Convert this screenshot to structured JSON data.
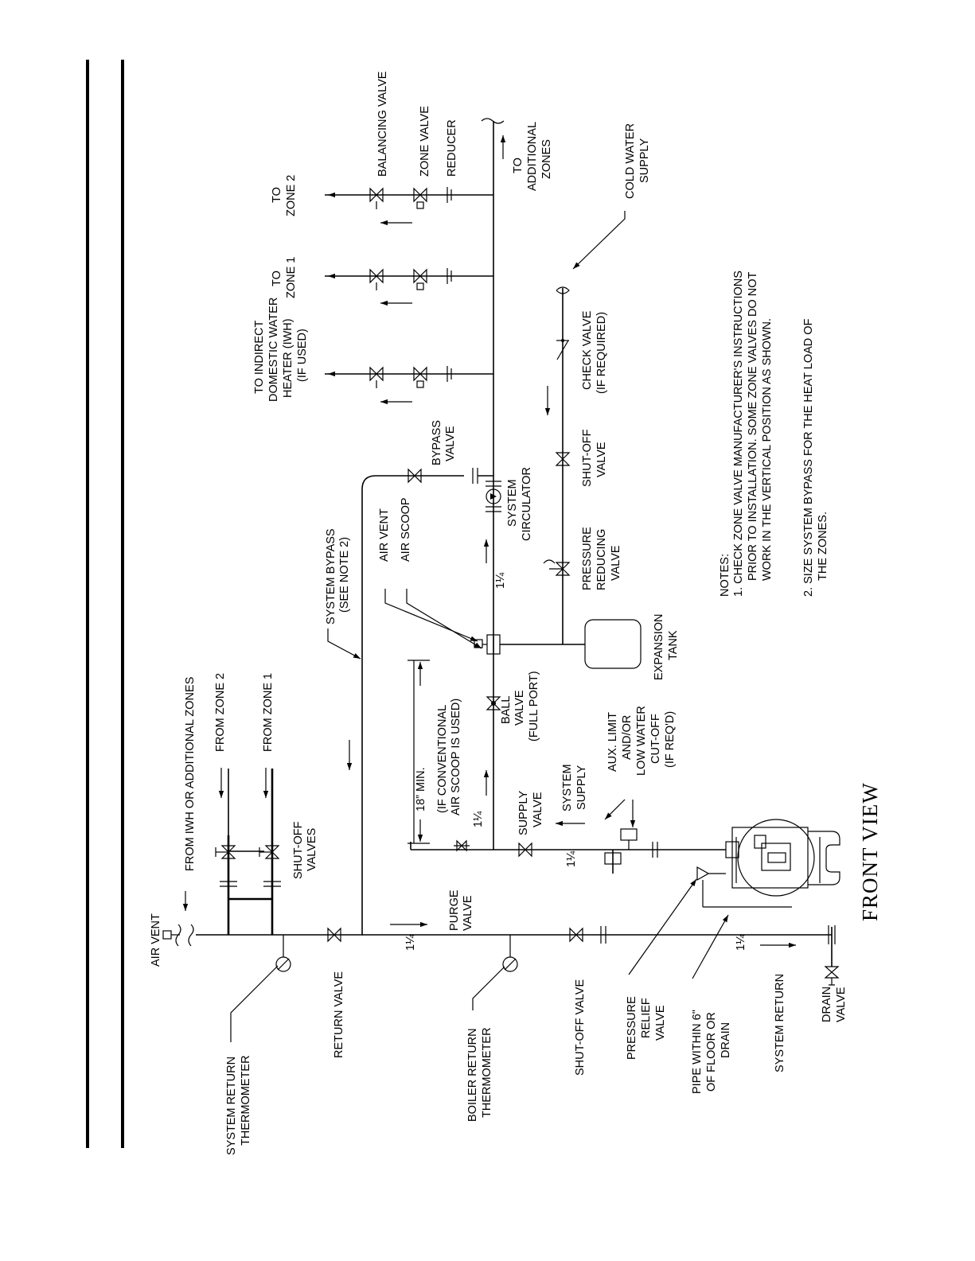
{
  "title": "FRONT VIEW",
  "labels": {
    "air_vent_top": "AIR VENT",
    "from_iwh": "FROM IWH OR ADDITIONAL ZONES",
    "from_zone2": "FROM ZONE 2",
    "from_zone1": "FROM ZONE 1",
    "shutoff_valves": [
      "SHUT-OFF",
      "VALVES"
    ],
    "system_return_thermometer": [
      "SYSTEM RETURN",
      "THERMOMETER"
    ],
    "return_valve": "RETURN VALVE",
    "system_bypass": [
      "SYSTEM BYPASS",
      "(SEE NOTE 2)"
    ],
    "purge_valve": [
      "PURGE",
      "VALVE"
    ],
    "supply_valve": [
      "SUPPLY",
      "VALVE"
    ],
    "min_18": "18” MIN.",
    "conventional": [
      "(IF CONVENTIONAL",
      "AIR SCOOP IS USED)"
    ],
    "ball_valve": [
      "BALL",
      "VALVE",
      "(FULL PORT)"
    ],
    "air_vent_scoop": [
      "AIR VENT",
      "AIR SCOOP"
    ],
    "system_circulator": [
      "SYSTEM",
      "CIRCULATOR"
    ],
    "bypass_valve": [
      "BYPASS",
      "VALVE"
    ],
    "to_iwh": [
      "TO INDIRECT",
      "DOMESTIC WATER",
      "HEATER (IWH)",
      "(IF USED)"
    ],
    "to_zone1": [
      "TO",
      "ZONE 1"
    ],
    "to_zone2": [
      "TO",
      "ZONE 2"
    ],
    "balancing_valve": "BALANCING VALVE",
    "zone_valve": "ZONE VALVE",
    "reducer": "REDUCER",
    "to_additional_zones": [
      "TO",
      "ADDITIONAL",
      "ZONES"
    ],
    "boiler_return_thermometer": [
      "BOILER RETURN",
      "THERMOMETER"
    ],
    "system_supply": [
      "SYSTEM",
      "SUPPLY"
    ],
    "aux_limit": [
      "AUX. LIMIT",
      "AND/OR",
      "LOW WATER",
      "CUT-OFF",
      "(IF REQ'D)"
    ],
    "expansion_tank": [
      "EXPANSION",
      "TANK"
    ],
    "pressure_reducing_valve": [
      "PRESSURE",
      "REDUCING",
      "VALVE"
    ],
    "shutoff_valve_right": [
      "SHUT-OFF",
      "VALVE"
    ],
    "check_valve": [
      "CHECK VALVE",
      "(IF REQUIRED)"
    ],
    "cold_water_supply": [
      "COLD WATER",
      "SUPPLY"
    ],
    "shutoff_valve_left": "SHUT-OFF VALVE",
    "pressure_relief_valve": [
      "PRESSURE",
      "RELIEF",
      "VALVE"
    ],
    "pipe_within": [
      "PIPE WITHIN 6\"",
      "OF FLOOR OR",
      "DRAIN"
    ],
    "system_return": "SYSTEM RETURN",
    "drain_valve": [
      "DRAIN",
      "VALVE"
    ],
    "pipe_size": "1¼"
  },
  "notes": {
    "heading": "NOTES:",
    "note1": [
      "1. CHECK ZONE VALVE MANUFACTURER'S INSTRUCTIONS",
      "PRIOR TO INSTALLATION. SOME ZONE VALVES DO NOT",
      "WORK IN THE VERTICAL POSITION AS SHOWN."
    ],
    "note2": [
      "2. SIZE SYSTEM BYPASS FOR THE HEAT LOAD OF",
      "THE ZONES."
    ]
  }
}
